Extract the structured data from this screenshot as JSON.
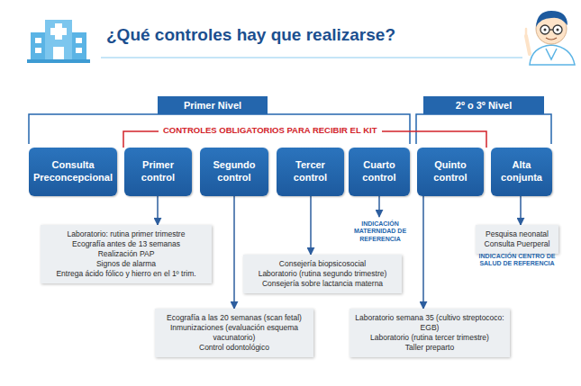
{
  "diagram": {
    "title": "¿Qué controles hay que realizarse?",
    "nodes": [
      {
        "text": [
          "Primer Nivel"
        ]
      },
      {
        "text": [
          "2º o 3º Nivel"
        ]
      },
      {
        "text": [
          "Consulta Preconcepcional"
        ]
      },
      {
        "text": [
          "Primer control"
        ]
      },
      {
        "text": [
          "Segundo control"
        ]
      },
      {
        "text": [
          "Tercer control"
        ]
      },
      {
        "text": [
          "Cuarto control"
        ]
      },
      {
        "text": [
          "Quinto control"
        ]
      },
      {
        "text": [
          "Alta conjunta"
        ]
      },
      {
        "text": [
          "Laboratorio: rutina primer trimestre",
          "Ecografía antes de 13 semanas",
          "Realización PAP",
          "Signos de alarma",
          "Entrega ácido fólico y hierro en el 1º trim."
        ]
      },
      {
        "text": [
          "Pesquisa neonatal",
          "Consulta Puerperal"
        ]
      },
      {
        "text": [
          "Consejería biopsicosocial",
          "Laboratorio (rutina segundo trimestre)",
          "Consejería sobre lactancia materna"
        ]
      },
      {
        "text": [
          "Ecografía a las 20 semanas (scan fetal)",
          "Inmunizaciones (evaluación esquema vacunatorio)",
          "Control odontológico"
        ]
      },
      {
        "text": [
          "Laboratorio semana 35 (cultivo streptococo: EGB)",
          "Laboratorio (rutina tercer trimestre)",
          "Taller preparto"
        ]
      }
    ],
    "edges": [
      {
        "from": 3,
        "to": 9,
        "arrow": "to"
      },
      {
        "from": 8,
        "to": 10,
        "arrow": "to"
      },
      {
        "from": 5,
        "to": 11,
        "arrow": "to"
      },
      {
        "from": 4,
        "to": 12,
        "arrow": "to"
      },
      {
        "from": 7,
        "to": 13,
        "arrow": "to"
      }
    ],
    "labels": [
      "CONTROLES OBLIGATORIOS PARA RECIBIR EL KIT",
      "INDICACIÓN MATERNIDAD DE REFERENCIA",
      "INDICACIÓN CENTRO DE SALUD DE REFERENCIA"
    ]
  }
}
